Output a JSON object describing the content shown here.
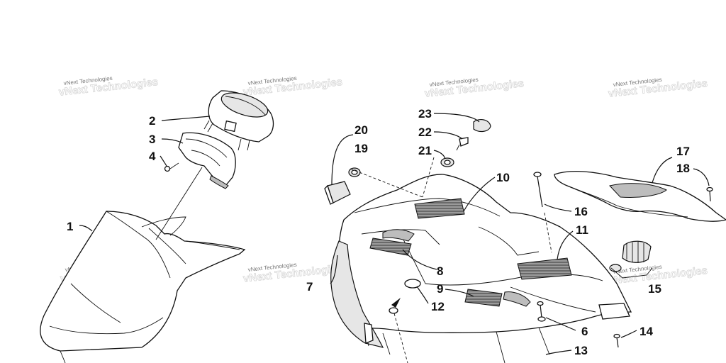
{
  "watermark": "vNext Technologies",
  "callouts": [
    "1",
    "2",
    "3",
    "4",
    "6",
    "7",
    "8",
    "9",
    "10",
    "11",
    "12",
    "13",
    "14",
    "15",
    "16",
    "17",
    "18",
    "19",
    "20",
    "21",
    "22",
    "23"
  ]
}
